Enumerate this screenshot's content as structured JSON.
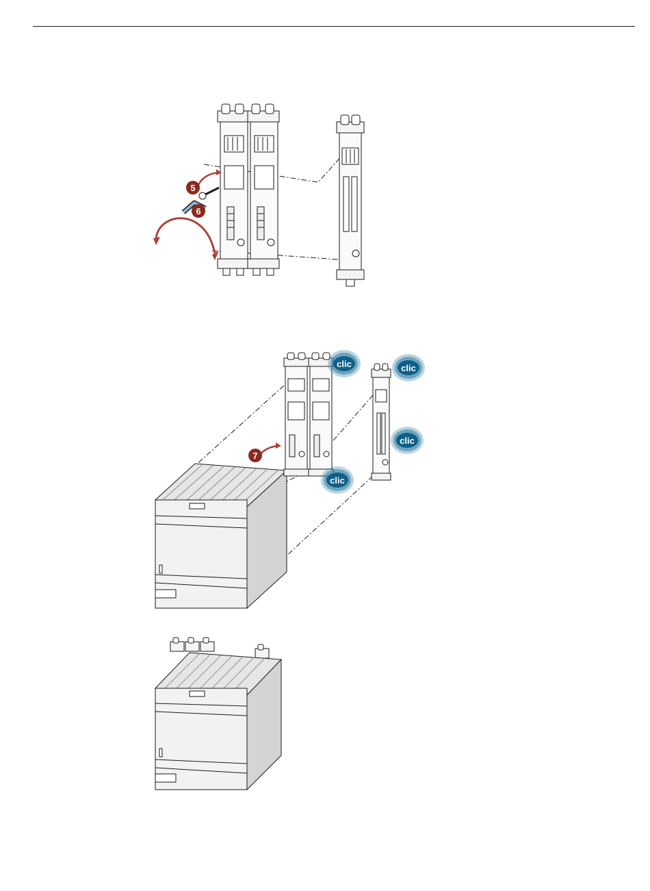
{
  "steps": [
    {
      "number": "5"
    },
    {
      "number": "6"
    },
    {
      "number": "7"
    }
  ],
  "clic_label": "clic",
  "colors": {
    "step_badge": "#8b2a1f",
    "arrow": "#a8453a",
    "clic_bubble": "#3a84a6",
    "clic_inner": "#0f5f88",
    "housing_front": "#f2f2f2",
    "housing_side": "#d4d4d4",
    "line": "#1a1a1a"
  }
}
